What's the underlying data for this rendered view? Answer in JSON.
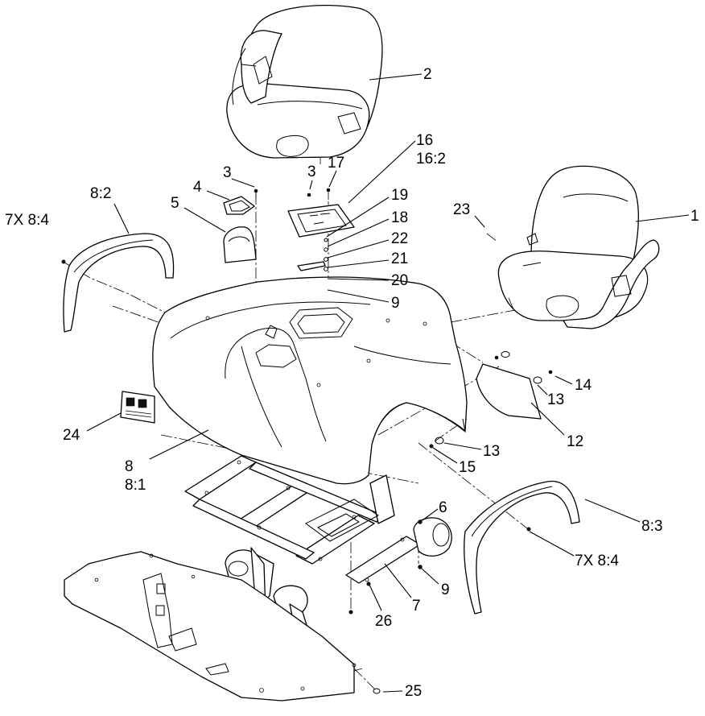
{
  "callouts": [
    {
      "id": "c2",
      "label": "2"
    },
    {
      "id": "c1",
      "label": "1"
    },
    {
      "id": "c16",
      "label": "16"
    },
    {
      "id": "c16_2",
      "label": "16:2"
    },
    {
      "id": "c17",
      "label": "17"
    },
    {
      "id": "c3a",
      "label": "3"
    },
    {
      "id": "c3b",
      "label": "3"
    },
    {
      "id": "c4",
      "label": "4"
    },
    {
      "id": "c5",
      "label": "5"
    },
    {
      "id": "c8_2",
      "label": "8:2"
    },
    {
      "id": "c7x84a",
      "label": "7X 8:4"
    },
    {
      "id": "c19",
      "label": "19"
    },
    {
      "id": "c18",
      "label": "18"
    },
    {
      "id": "c22",
      "label": "22"
    },
    {
      "id": "c21",
      "label": "21"
    },
    {
      "id": "c20",
      "label": "20"
    },
    {
      "id": "c9a",
      "label": "9"
    },
    {
      "id": "c23",
      "label": "23"
    },
    {
      "id": "c14",
      "label": "14"
    },
    {
      "id": "c13a",
      "label": "13"
    },
    {
      "id": "c12",
      "label": "12"
    },
    {
      "id": "c13b",
      "label": "13"
    },
    {
      "id": "c15",
      "label": "15"
    },
    {
      "id": "c24",
      "label": "24"
    },
    {
      "id": "c8",
      "label": "8"
    },
    {
      "id": "c8_1",
      "label": "8:1"
    },
    {
      "id": "c6",
      "label": "6"
    },
    {
      "id": "c8_3",
      "label": "8:3"
    },
    {
      "id": "c7x84b",
      "label": "7X 8:4"
    },
    {
      "id": "c9b",
      "label": "9"
    },
    {
      "id": "c7",
      "label": "7"
    },
    {
      "id": "c26",
      "label": "26"
    },
    {
      "id": "c25",
      "label": "25"
    }
  ]
}
